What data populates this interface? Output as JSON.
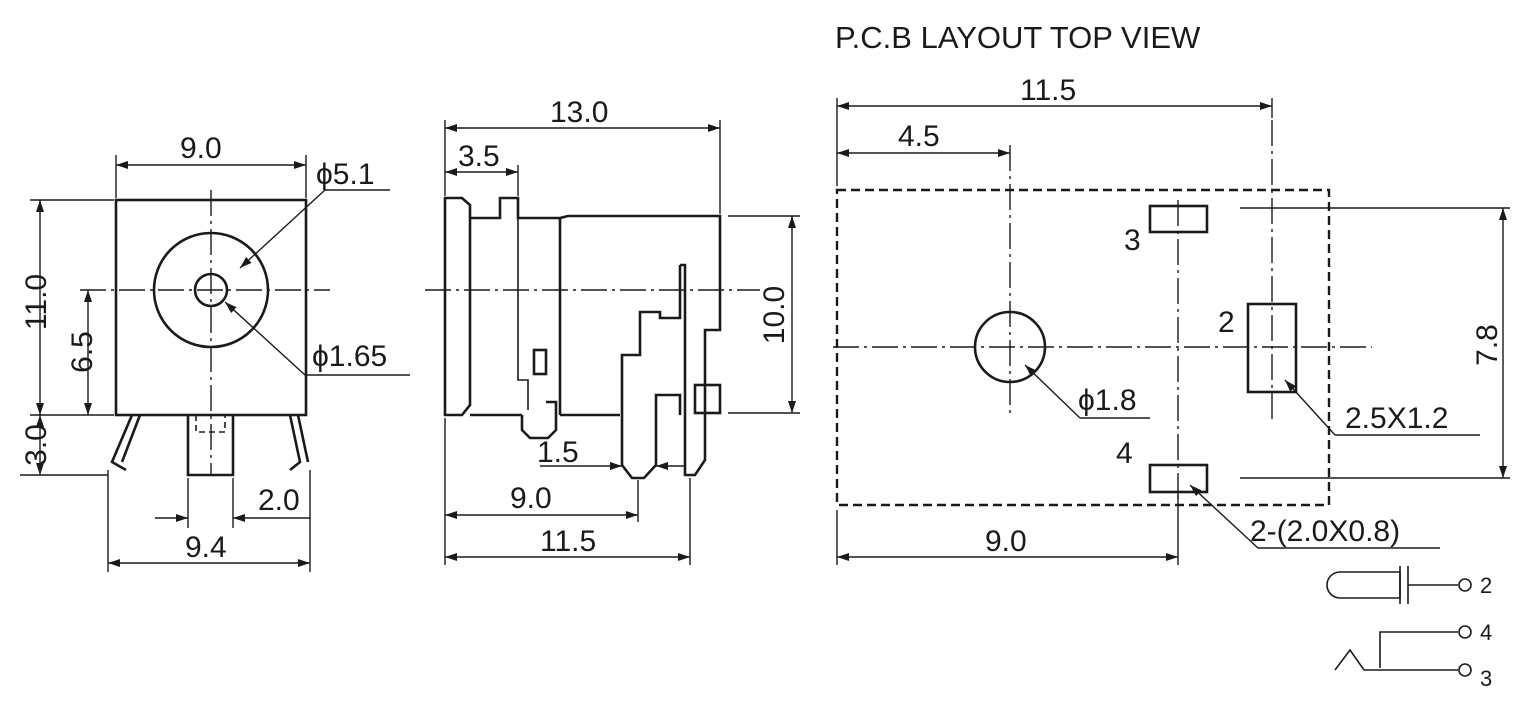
{
  "title": "P.C.B LAYOUT  TOP VIEW",
  "front_view": {
    "width": "9.0",
    "height": "11.0",
    "center_height": "6.5",
    "pin_length": "3.0",
    "pin_spacing": "2.0",
    "base_width": "9.4",
    "outer_diameter": "ϕ5.1",
    "inner_diameter": "ϕ1.65"
  },
  "side_view": {
    "length": "13.0",
    "flange": "3.5",
    "height": "10.0",
    "pin_offset": "1.5",
    "pin_distance_a": "9.0",
    "pin_distance_b": "11.5"
  },
  "pcb_layout": {
    "overall_width": "11.5",
    "hole_offset": "4.5",
    "pin_distance": "9.0",
    "height": "7.8",
    "hole_diameter": "ϕ1.8",
    "pad_2_size": "2.5X1.2",
    "pads_3_4_size": "2-(2.0X0.8)",
    "pad_labels": {
      "pad2": "2",
      "pad3": "3",
      "pad4": "4"
    }
  },
  "schematic": {
    "pin2": "2",
    "pin4": "4",
    "pin3": "3"
  }
}
